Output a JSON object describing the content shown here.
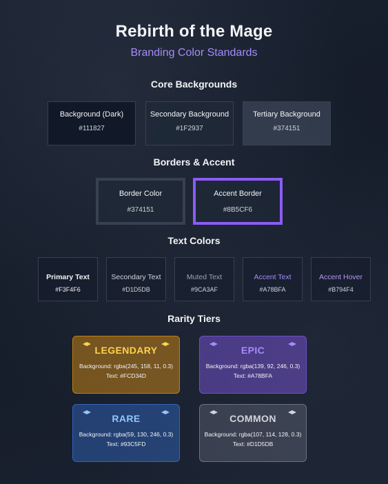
{
  "header": {
    "title": "Rebirth of the Mage",
    "subtitle": "Branding Color Standards"
  },
  "sections": {
    "core": "Core Backgrounds",
    "borders": "Borders & Accent",
    "text": "Text Colors",
    "rarity": "Rarity Tiers"
  },
  "core_backgrounds": [
    {
      "name": "Background (Dark)",
      "hex": "#111827"
    },
    {
      "name": "Secondary Background",
      "hex": "#1F2937"
    },
    {
      "name": "Tertiary Background",
      "hex": "#374151"
    }
  ],
  "borders_accent": [
    {
      "name": "Border Color",
      "hex": "#374151"
    },
    {
      "name": "Accent Border",
      "hex": "#8B5CF6"
    }
  ],
  "text_colors": [
    {
      "name": "Primary Text",
      "hex": "#F3F4F6"
    },
    {
      "name": "Secondary Text",
      "hex": "#D1D5DB"
    },
    {
      "name": "Muted Text",
      "hex": "#9CA3AF"
    },
    {
      "name": "Accent Text",
      "hex": "#A78BFA"
    },
    {
      "name": "Accent Hover",
      "hex": "#B794F4"
    }
  ],
  "rarity_tiers": [
    {
      "name": "LEGENDARY",
      "background": "Background: rgba(245, 158, 11, 0.3)",
      "text": "Text: #FCD34D",
      "text_color": "#FCD34D",
      "bg_color": "rgba(245, 158, 11, 0.3)",
      "icon": "diamond-icon"
    },
    {
      "name": "EPIC",
      "background": "Background: rgba(139, 92, 246, 0.3)",
      "text": "Text: #A78BFA",
      "text_color": "#A78BFA",
      "bg_color": "rgba(139, 92, 246, 0.3)",
      "icon": "diamond-icon"
    },
    {
      "name": "RARE",
      "background": "Background: rgba(59, 130, 246, 0.3)",
      "text": "Text: #93C5FD",
      "text_color": "#93C5FD",
      "bg_color": "rgba(59, 130, 246, 0.3)",
      "icon": "diamond-icon"
    },
    {
      "name": "COMMON",
      "background": "Background: rgba(107, 114, 128, 0.3)",
      "text": "Text: #D1D5DB",
      "text_color": "#D1D5DB",
      "bg_color": "rgba(107, 114, 128, 0.3)",
      "icon": "diamond-icon"
    }
  ]
}
